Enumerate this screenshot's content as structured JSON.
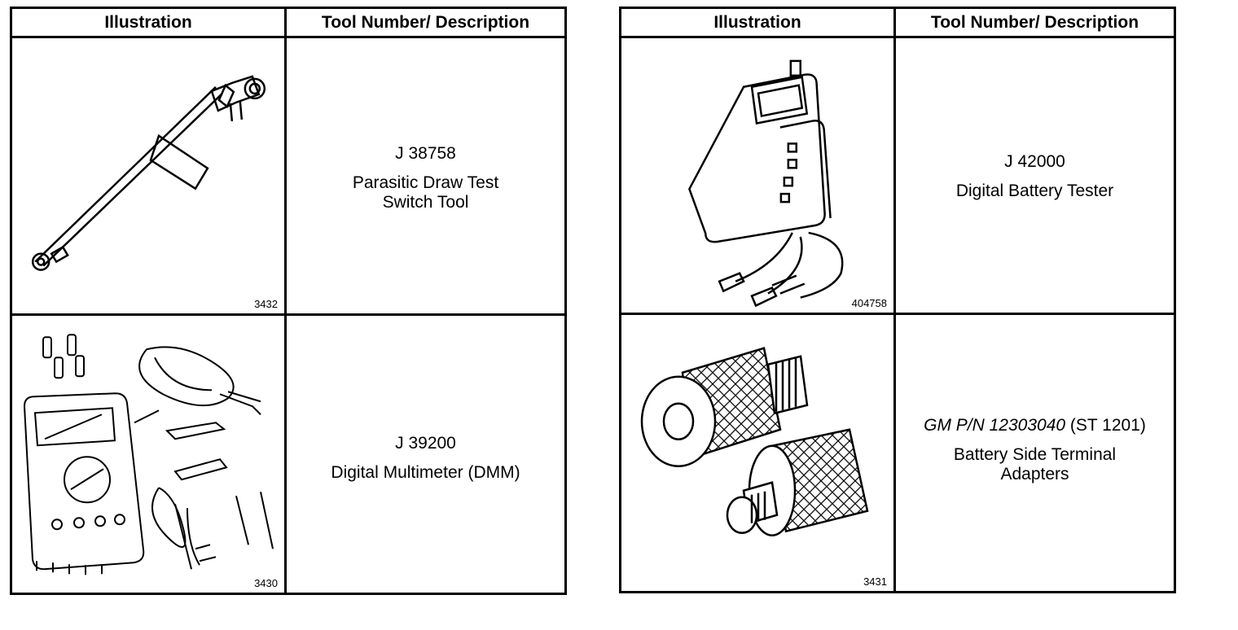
{
  "left_table": {
    "header_illustration": "Illustration",
    "header_tool": "Tool Number/ Description",
    "rows": [
      {
        "figure_number": "3432",
        "tool_number": "J 38758",
        "description_lines": [
          "Parasitic Draw Test",
          "Switch Tool"
        ]
      },
      {
        "figure_number": "3430",
        "tool_number": "J 39200",
        "description_lines": [
          "Digital Multimeter (DMM)"
        ]
      }
    ]
  },
  "right_table": {
    "header_illustration": "Illustration",
    "header_tool": "Tool Number/ Description",
    "rows": [
      {
        "figure_number": "404758",
        "tool_number": "J 42000",
        "description_lines": [
          "Digital Battery Tester"
        ]
      },
      {
        "figure_number": "3431",
        "tool_number_italic": "GM P/N 12303040",
        "tool_number_suffix": " (ST 1201)",
        "description_lines": [
          "Battery Side Terminal",
          "Adapters"
        ]
      }
    ]
  },
  "icons": [
    "parasitic-draw-switch-icon",
    "digital-multimeter-icon",
    "battery-tester-icon",
    "terminal-adapters-icon"
  ]
}
